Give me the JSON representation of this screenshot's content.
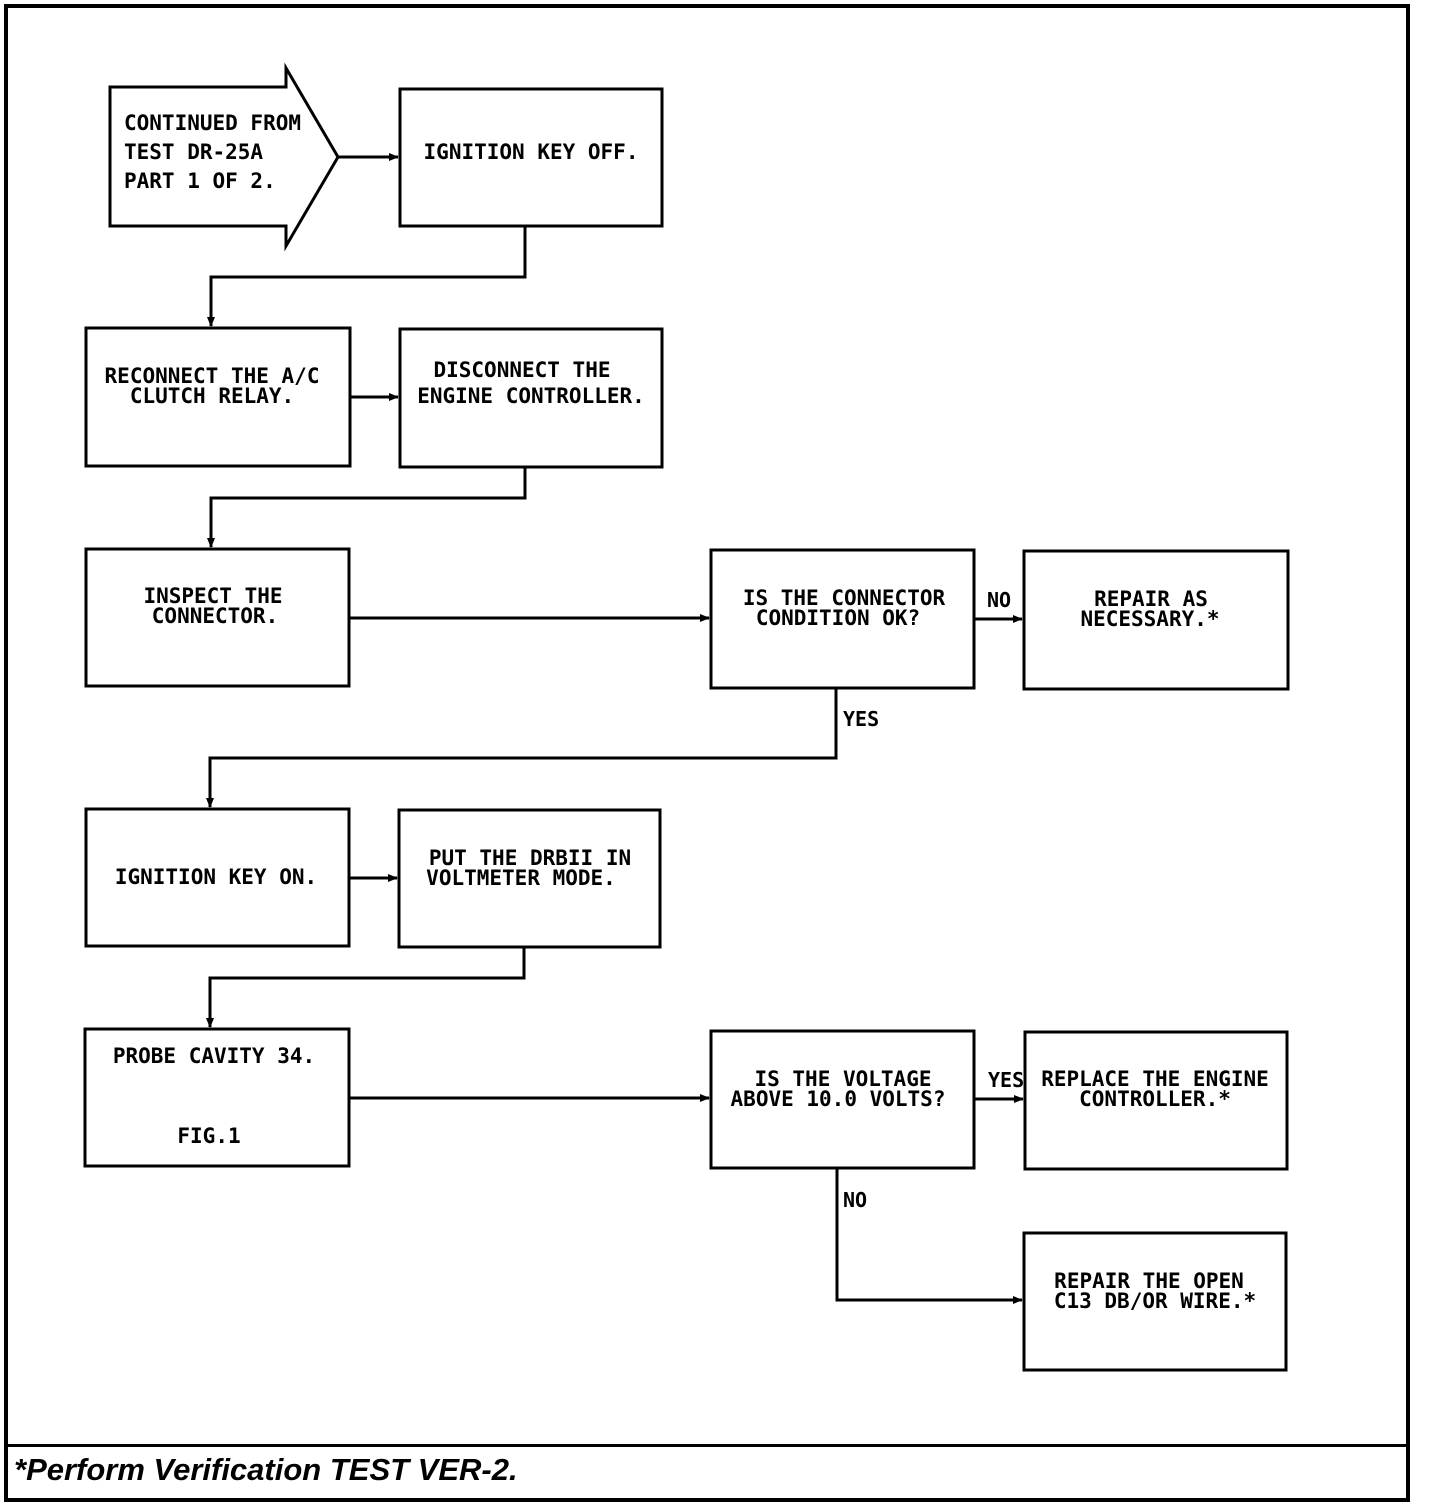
{
  "start_arrow": {
    "lines": [
      "CONTINUED FROM",
      "TEST DR-25A",
      "PART 1 OF 2."
    ]
  },
  "boxes": {
    "ignition_off": {
      "lines": [
        "IGNITION KEY OFF."
      ]
    },
    "reconnect_relay": {
      "lines": [
        "RECONNECT THE A/C",
        "CLUTCH RELAY."
      ]
    },
    "disconnect_controller": {
      "lines": [
        "DISCONNECT THE",
        "ENGINE CONTROLLER."
      ]
    },
    "inspect_connector": {
      "lines": [
        "INSPECT THE",
        "CONNECTOR."
      ]
    },
    "connector_ok_decision": {
      "lines": [
        "IS THE CONNECTOR",
        "CONDITION OK?"
      ]
    },
    "repair_as_necessary": {
      "lines": [
        "REPAIR AS",
        "NECESSARY.*"
      ]
    },
    "ignition_on": {
      "lines": [
        "IGNITION KEY ON."
      ]
    },
    "voltmeter_mode": {
      "lines": [
        "PUT THE DRBII IN",
        "VOLTMETER MODE."
      ]
    },
    "probe_cavity": {
      "lines": [
        "PROBE CAVITY 34.",
        "FIG.1"
      ]
    },
    "voltage_decision": {
      "lines": [
        "IS THE VOLTAGE",
        "ABOVE 10.0 VOLTS?"
      ]
    },
    "replace_controller": {
      "lines": [
        "REPLACE THE ENGINE",
        "CONTROLLER.*"
      ]
    },
    "repair_open": {
      "lines": [
        "REPAIR THE OPEN",
        "C13 DB/OR WIRE.*"
      ]
    }
  },
  "branch_labels": {
    "connector_no": "NO",
    "connector_yes": "YES",
    "voltage_yes": "YES",
    "voltage_no": "NO"
  },
  "footer": {
    "note": "*Perform Verification TEST VER-2."
  },
  "colors": {
    "line": "#000000",
    "background": "#ffffff"
  }
}
